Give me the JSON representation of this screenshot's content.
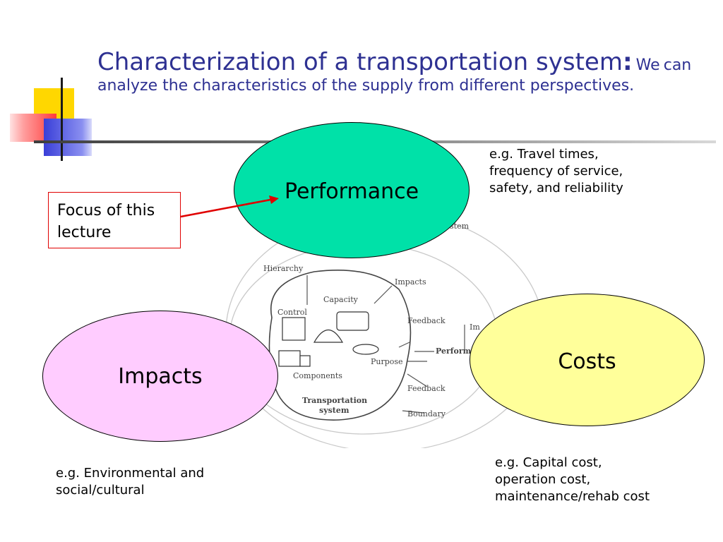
{
  "title": {
    "main": "Characterization of a transportation system",
    "colon": ":",
    "subtitle_lead": "We",
    "subtitle_rest": "can analyze the characteristics of the supply from different perspectives."
  },
  "bubbles": {
    "performance": "Performance",
    "impacts": "Impacts",
    "costs": "Costs"
  },
  "notes": {
    "performance_examples": [
      "e.g. Travel times,",
      "frequency of service,",
      "safety, and reliability"
    ],
    "impacts_examples": [
      "e.g. Environmental and",
      "social/cultural"
    ],
    "costs_examples": [
      "e.g. Capital cost,",
      "operation cost,",
      "maintenance/rehab cost"
    ]
  },
  "focus_box": [
    "Focus of this",
    "lecture"
  ],
  "background_figure": {
    "labels": {
      "hierarchy": "Hierarchy",
      "impacts": "Impacts",
      "capacity": "Capacity",
      "control": "Control",
      "feedback_top": "Feedback",
      "performance_cut": "Perform",
      "impacts_cut": "Im",
      "purpose": "Purpose",
      "components": "Components",
      "feedback_bottom": "Feedback",
      "system_line1": "Transportation",
      "system_line2": "system",
      "boundary": "Boundary",
      "stem": "stem"
    }
  },
  "colors": {
    "title": "#2e3192",
    "performance_fill": "#00e1a8",
    "impacts_fill": "#ffccff",
    "costs_fill": "#ffff9a",
    "focus_border": "#e00000",
    "arrow": "#e00000"
  }
}
